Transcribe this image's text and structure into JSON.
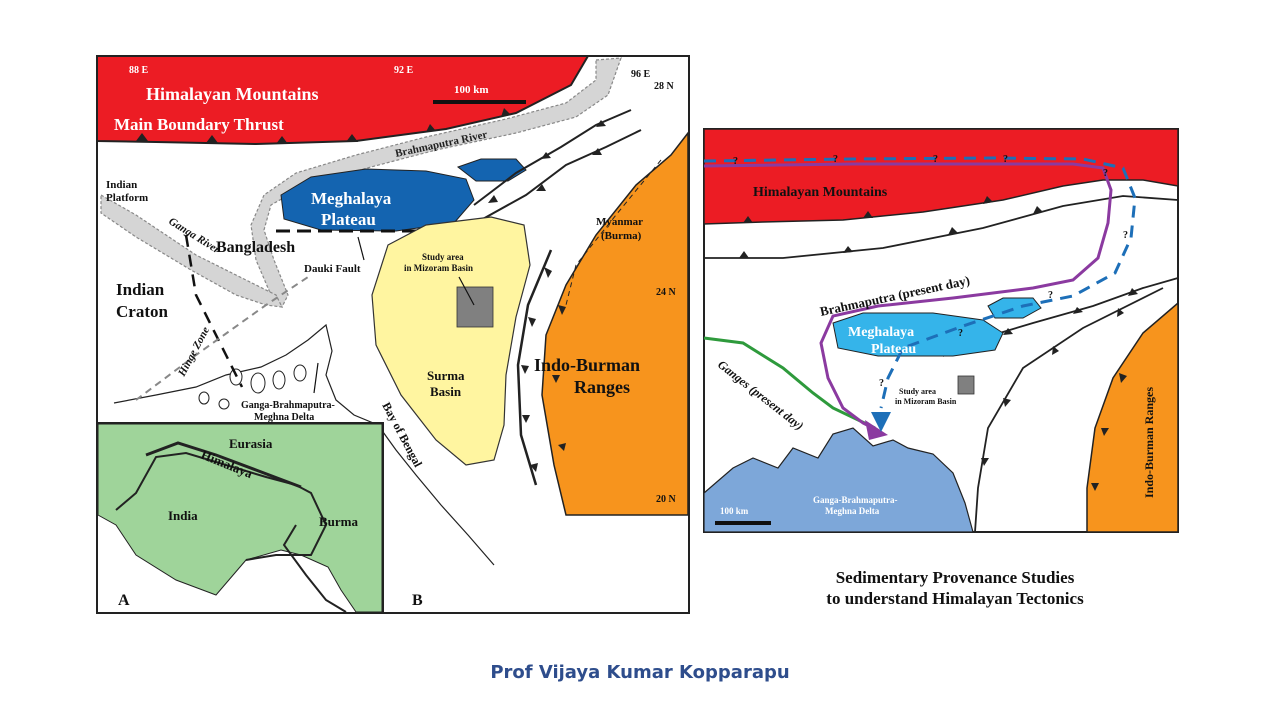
{
  "colors": {
    "himalaya_red": "#ec1c24",
    "burman_orange": "#f7941d",
    "meghalaya_blue": "#1464b0",
    "meghalaya_light_blue": "#35b4ea",
    "delta_blue": "#7da7d9",
    "basin_yellow": "#fff5a0",
    "inset_green": "#9fd49a",
    "brahmaputra_purple": "#8b3aa0",
    "ganges_green": "#2e9a3c",
    "author_blue": "#2e4d8c"
  },
  "map_b": {
    "coords": {
      "lon_88": "88 E",
      "lon_92": "92 E",
      "lon_96": "96 E",
      "lat_28": "28 N",
      "lat_24": "24 N",
      "lat_20": "20 N"
    },
    "scale_label": "100 km",
    "labels": {
      "himalayan_mountains": "Himalayan Mountains",
      "main_boundary_thrust": "Main Boundary Thrust",
      "brahmaputra_river": "Brahmaputra River",
      "indian_platform_1": "Indian",
      "indian_platform_2": "Platform",
      "meghalaya_1": "Meghalaya",
      "meghalaya_2": "Plateau",
      "bangladesh": "Bangladesh",
      "ganga_river": "Ganga River",
      "dauki_fault": "Dauki Fault",
      "indian_craton_1": "Indian",
      "indian_craton_2": "Craton",
      "hinge_zone": "Hinge Zone",
      "study_area_1": "Study area",
      "study_area_2": "in Mizoram Basin",
      "surma_1": "Surma",
      "surma_2": "Basin",
      "myanmar_1": "Myanmar",
      "myanmar_2": "(Burma)",
      "indo_burman_1": "Indo-Burman",
      "indo_burman_2": "Ranges",
      "delta_1": "Ganga-Brahmaputra-",
      "delta_2": "Meghna Delta",
      "bay_of_bengal": "Bay of Bengal",
      "panel_b": "B"
    }
  },
  "inset_a": {
    "eurasia": "Eurasia",
    "himalaya": "Himalaya",
    "india": "India",
    "burma": "Burma",
    "panel_a": "A"
  },
  "map_right": {
    "question_mark": "?",
    "himalayan_mountains": "Himalayan Mountains",
    "brahmaputra_present": "Brahmaputra (present day)",
    "meghalaya_1": "Meghalaya",
    "meghalaya_2": "Plateau",
    "ganges_present": "Ganges (present day)",
    "study_area_1": "Study area",
    "study_area_2": "in Mizoram Basin",
    "indo_burman": "Indo-Burman Ranges",
    "delta_1": "Ganga-Brahmaputra-",
    "delta_2": "Meghna Delta",
    "scale_label": "100 km"
  },
  "caption": {
    "line1": "Sedimentary Provenance Studies",
    "line2": "to understand Himalayan Tectonics"
  },
  "author": "Prof Vijaya Kumar Kopparapu"
}
